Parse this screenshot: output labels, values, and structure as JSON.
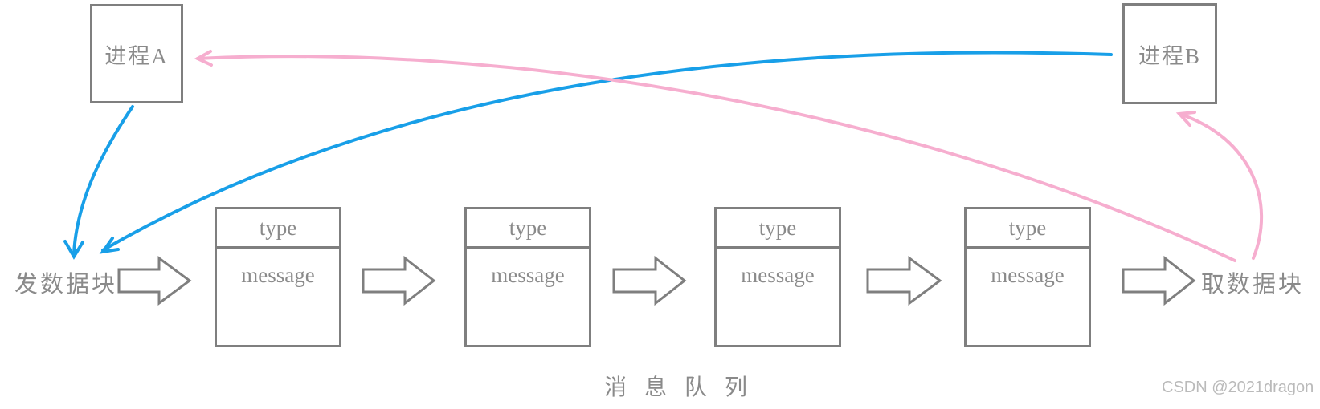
{
  "colors": {
    "send-arrow": "#189FE8",
    "receive-arrow": "#F6AECF",
    "box-border": "#7F7F7F",
    "diagram-text": "#8A8A8A",
    "watermark-text": "#BABABA"
  },
  "processes": {
    "a": "进程A",
    "b": "进程B"
  },
  "queue": {
    "caption": "消息队列",
    "send_label": "发数据块",
    "receive_label": "取数据块",
    "nodes": [
      {
        "type_label": "type",
        "message_label": "message"
      },
      {
        "type_label": "type",
        "message_label": "message"
      },
      {
        "type_label": "type",
        "message_label": "message"
      },
      {
        "type_label": "type",
        "message_label": "message"
      }
    ]
  },
  "watermark": "CSDN @2021dragon"
}
